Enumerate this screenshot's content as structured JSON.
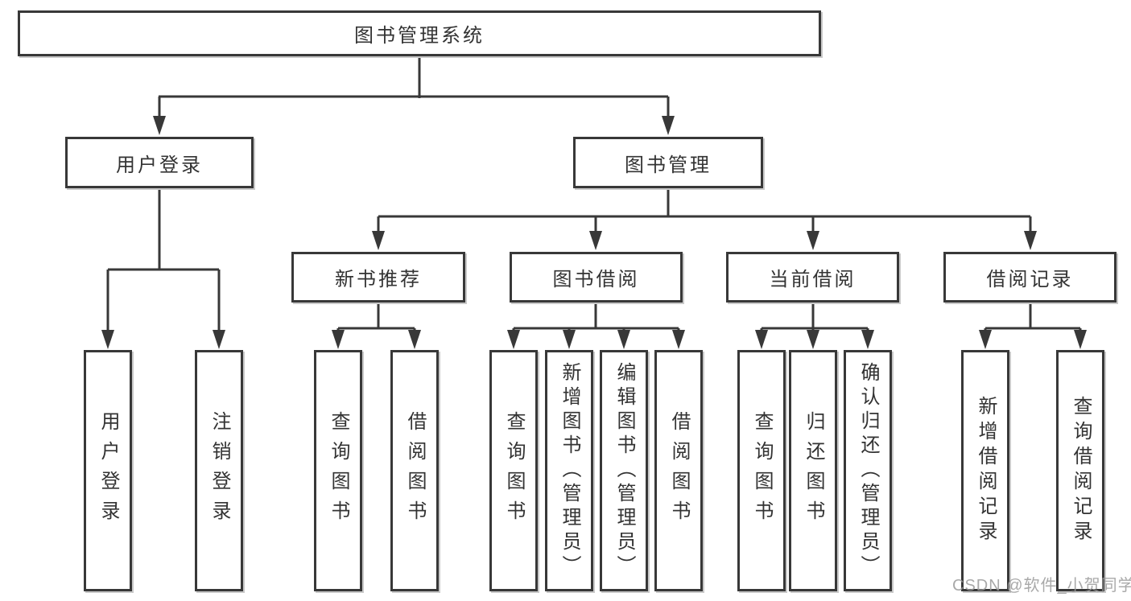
{
  "watermark": "CSDN @软件_小贺同学",
  "colors": {
    "line": "#383838",
    "text": "#333333",
    "watermark": "#9b9b9b"
  },
  "tree": {
    "root": "图书管理系统",
    "login_branch": {
      "label": "用户登录",
      "leaves": [
        "用户登录",
        "注销登录"
      ]
    },
    "mgmt_branch": {
      "label": "图书管理",
      "groups": [
        {
          "label": "新书推荐",
          "leaves": [
            "查询图书",
            "借阅图书"
          ]
        },
        {
          "label": "图书借阅",
          "leaves": [
            "查询图书",
            "新增图书（管理员）",
            "编辑图书（管理员）",
            "借阅图书"
          ]
        },
        {
          "label": "当前借阅",
          "leaves": [
            "查询图书",
            "归还图书",
            "确认归还（管理员）"
          ]
        },
        {
          "label": "借阅记录",
          "leaves": [
            "新增借阅记录",
            "查询借阅记录"
          ]
        }
      ]
    }
  }
}
